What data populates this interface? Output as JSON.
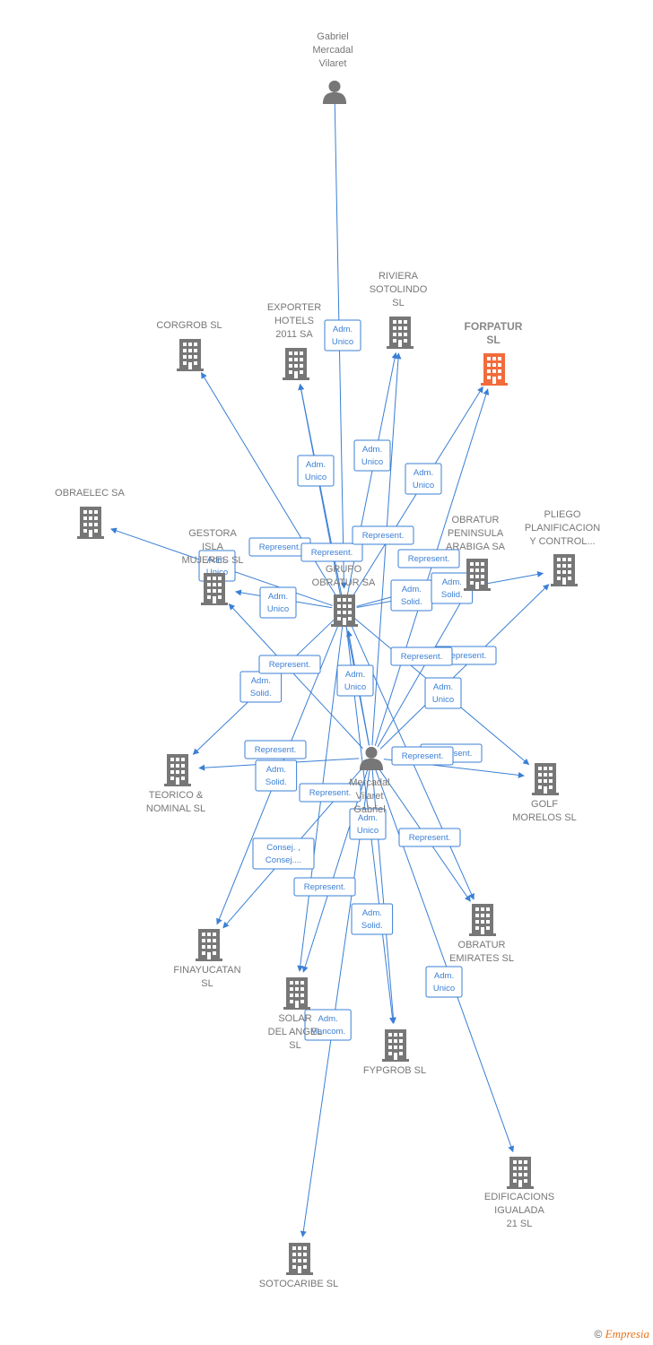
{
  "footer": {
    "copyright": "©",
    "brand": "Empresia"
  },
  "colors": {
    "edge": "#3a7fd5",
    "node": "#777777",
    "focus": "#f26b3a"
  },
  "nodes": {
    "gabriel_top": {
      "type": "person",
      "label": [
        "Gabriel",
        "Mercadal",
        "Vilaret"
      ]
    },
    "corgrob": {
      "type": "company",
      "label": [
        "CORGROB SL"
      ]
    },
    "exporter": {
      "type": "company",
      "label": [
        "EXPORTER",
        "HOTELS",
        "2011 SA"
      ]
    },
    "riviera": {
      "type": "company",
      "label": [
        "RIVIERA",
        "SOTOLINDO",
        "SL"
      ]
    },
    "forpatur": {
      "type": "company",
      "focus": true,
      "label": [
        "FORPATUR",
        "SL"
      ]
    },
    "obraelec": {
      "type": "company",
      "label": [
        "OBRAELEC SA"
      ]
    },
    "gestora": {
      "type": "company",
      "label": [
        "GESTORA",
        "ISLA",
        "MUJERES SL"
      ]
    },
    "grupo": {
      "type": "company",
      "label": [
        "GRUPO",
        "OBRATUR SA"
      ]
    },
    "obratur_peninsula": {
      "type": "company",
      "label": [
        "OBRATUR",
        "PENINSULA",
        "ARABIGA SA"
      ]
    },
    "pliego": {
      "type": "company",
      "label": [
        "PLIEGO",
        "PLANIFICACION",
        "Y CONTROL..."
      ]
    },
    "teorico": {
      "type": "company",
      "label": [
        "TEORICO &",
        "NOMINAL SL"
      ]
    },
    "mercadal": {
      "type": "person",
      "label": [
        "Mercadal",
        "Vilaret",
        "Gabriel"
      ]
    },
    "golf": {
      "type": "company",
      "label": [
        "GOLF",
        "MORELOS SL"
      ]
    },
    "finayucatan": {
      "type": "company",
      "label": [
        "FINAYUCATAN",
        "SL"
      ]
    },
    "obratur_emirates": {
      "type": "company",
      "label": [
        "OBRATUR",
        "EMIRATES SL"
      ]
    },
    "solar": {
      "type": "company",
      "label": [
        "SOLAR",
        "DEL ANGEL",
        "SL"
      ]
    },
    "fypgrob": {
      "type": "company",
      "label": [
        "FYPGROB SL"
      ]
    },
    "edificacions": {
      "type": "company",
      "label": [
        "EDIFICACIONS",
        "IGUALADA",
        "21 SL"
      ]
    },
    "sotocaribe": {
      "type": "company",
      "label": [
        "SOTOCARIBE SL"
      ]
    }
  },
  "edges": [
    {
      "from": "gabriel_top",
      "to": "grupo",
      "label": [
        "Adm.",
        "Unico"
      ]
    },
    {
      "from": "grupo",
      "to": "corgrob",
      "label": [
        "Represent."
      ]
    },
    {
      "from": "grupo",
      "to": "exporter",
      "label": [
        "Adm.",
        "Unico"
      ]
    },
    {
      "from": "grupo",
      "to": "riviera",
      "label": [
        "Adm.",
        "Unico"
      ]
    },
    {
      "from": "grupo",
      "to": "forpatur",
      "label": [
        "Adm.",
        "Unico"
      ]
    },
    {
      "from": "grupo",
      "to": "obraelec",
      "label": [
        "Adm.",
        "Unico"
      ]
    },
    {
      "from": "grupo",
      "to": "gestora",
      "label": [
        "Adm.",
        "Unico"
      ]
    },
    {
      "from": "grupo",
      "to": "obratur_peninsula",
      "label": [
        "Adm.",
        "Solid."
      ]
    },
    {
      "from": "grupo",
      "to": "pliego",
      "label": [
        "Represent."
      ]
    },
    {
      "from": "grupo",
      "to": "teorico",
      "label": [
        "Adm.",
        "Solid."
      ]
    },
    {
      "from": "grupo",
      "to": "golf",
      "label": [
        "Represent."
      ]
    },
    {
      "from": "grupo",
      "to": "finayucatan",
      "label": [
        "Represent."
      ]
    },
    {
      "from": "grupo",
      "to": "obratur_emirates",
      "label": [
        "Represent."
      ]
    },
    {
      "from": "mercadal",
      "to": "grupo",
      "label": [
        "Adm.",
        "Unico"
      ]
    },
    {
      "from": "mercadal",
      "to": "exporter",
      "label": [
        "Represent."
      ]
    },
    {
      "from": "mercadal",
      "to": "riviera",
      "label": [
        "Represent."
      ]
    },
    {
      "from": "mercadal",
      "to": "forpatur",
      "label": [
        "Represent."
      ]
    },
    {
      "from": "mercadal",
      "to": "gestora",
      "label": [
        "Represent."
      ]
    },
    {
      "from": "mercadal",
      "to": "obratur_peninsula",
      "label": [
        "Adm.",
        "Solid."
      ]
    },
    {
      "from": "mercadal",
      "to": "pliego",
      "label": [
        "Adm.",
        "Unico"
      ]
    },
    {
      "from": "mercadal",
      "to": "teorico",
      "label": [
        "Represent."
      ]
    },
    {
      "from": "mercadal",
      "to": "golf",
      "label": [
        "Adm.",
        "Solid."
      ]
    },
    {
      "from": "mercadal",
      "to": "finayucatan",
      "label": [
        "Adm.",
        "Solid."
      ]
    },
    {
      "from": "mercadal",
      "to": "obratur_emirates",
      "label": [
        "Represent."
      ]
    },
    {
      "from": "mercadal",
      "to": "solar",
      "label": [
        "Adm.",
        "Unico"
      ]
    },
    {
      "from": "mercadal",
      "to": "fypgrob",
      "label": [
        "Adm.",
        "Unico"
      ]
    },
    {
      "from": "mercadal",
      "to": "edificacions",
      "label": [
        "Adm.",
        "Mancom."
      ]
    },
    {
      "from": "mercadal",
      "to": "sotocaribe",
      "label": [
        "Consej. ,",
        "Consej...."
      ]
    },
    {
      "from": "grupo",
      "to": "solar",
      "label": [
        "Represent."
      ]
    },
    {
      "from": "grupo",
      "to": "fypgrob",
      "label": [
        "Represent."
      ]
    }
  ]
}
